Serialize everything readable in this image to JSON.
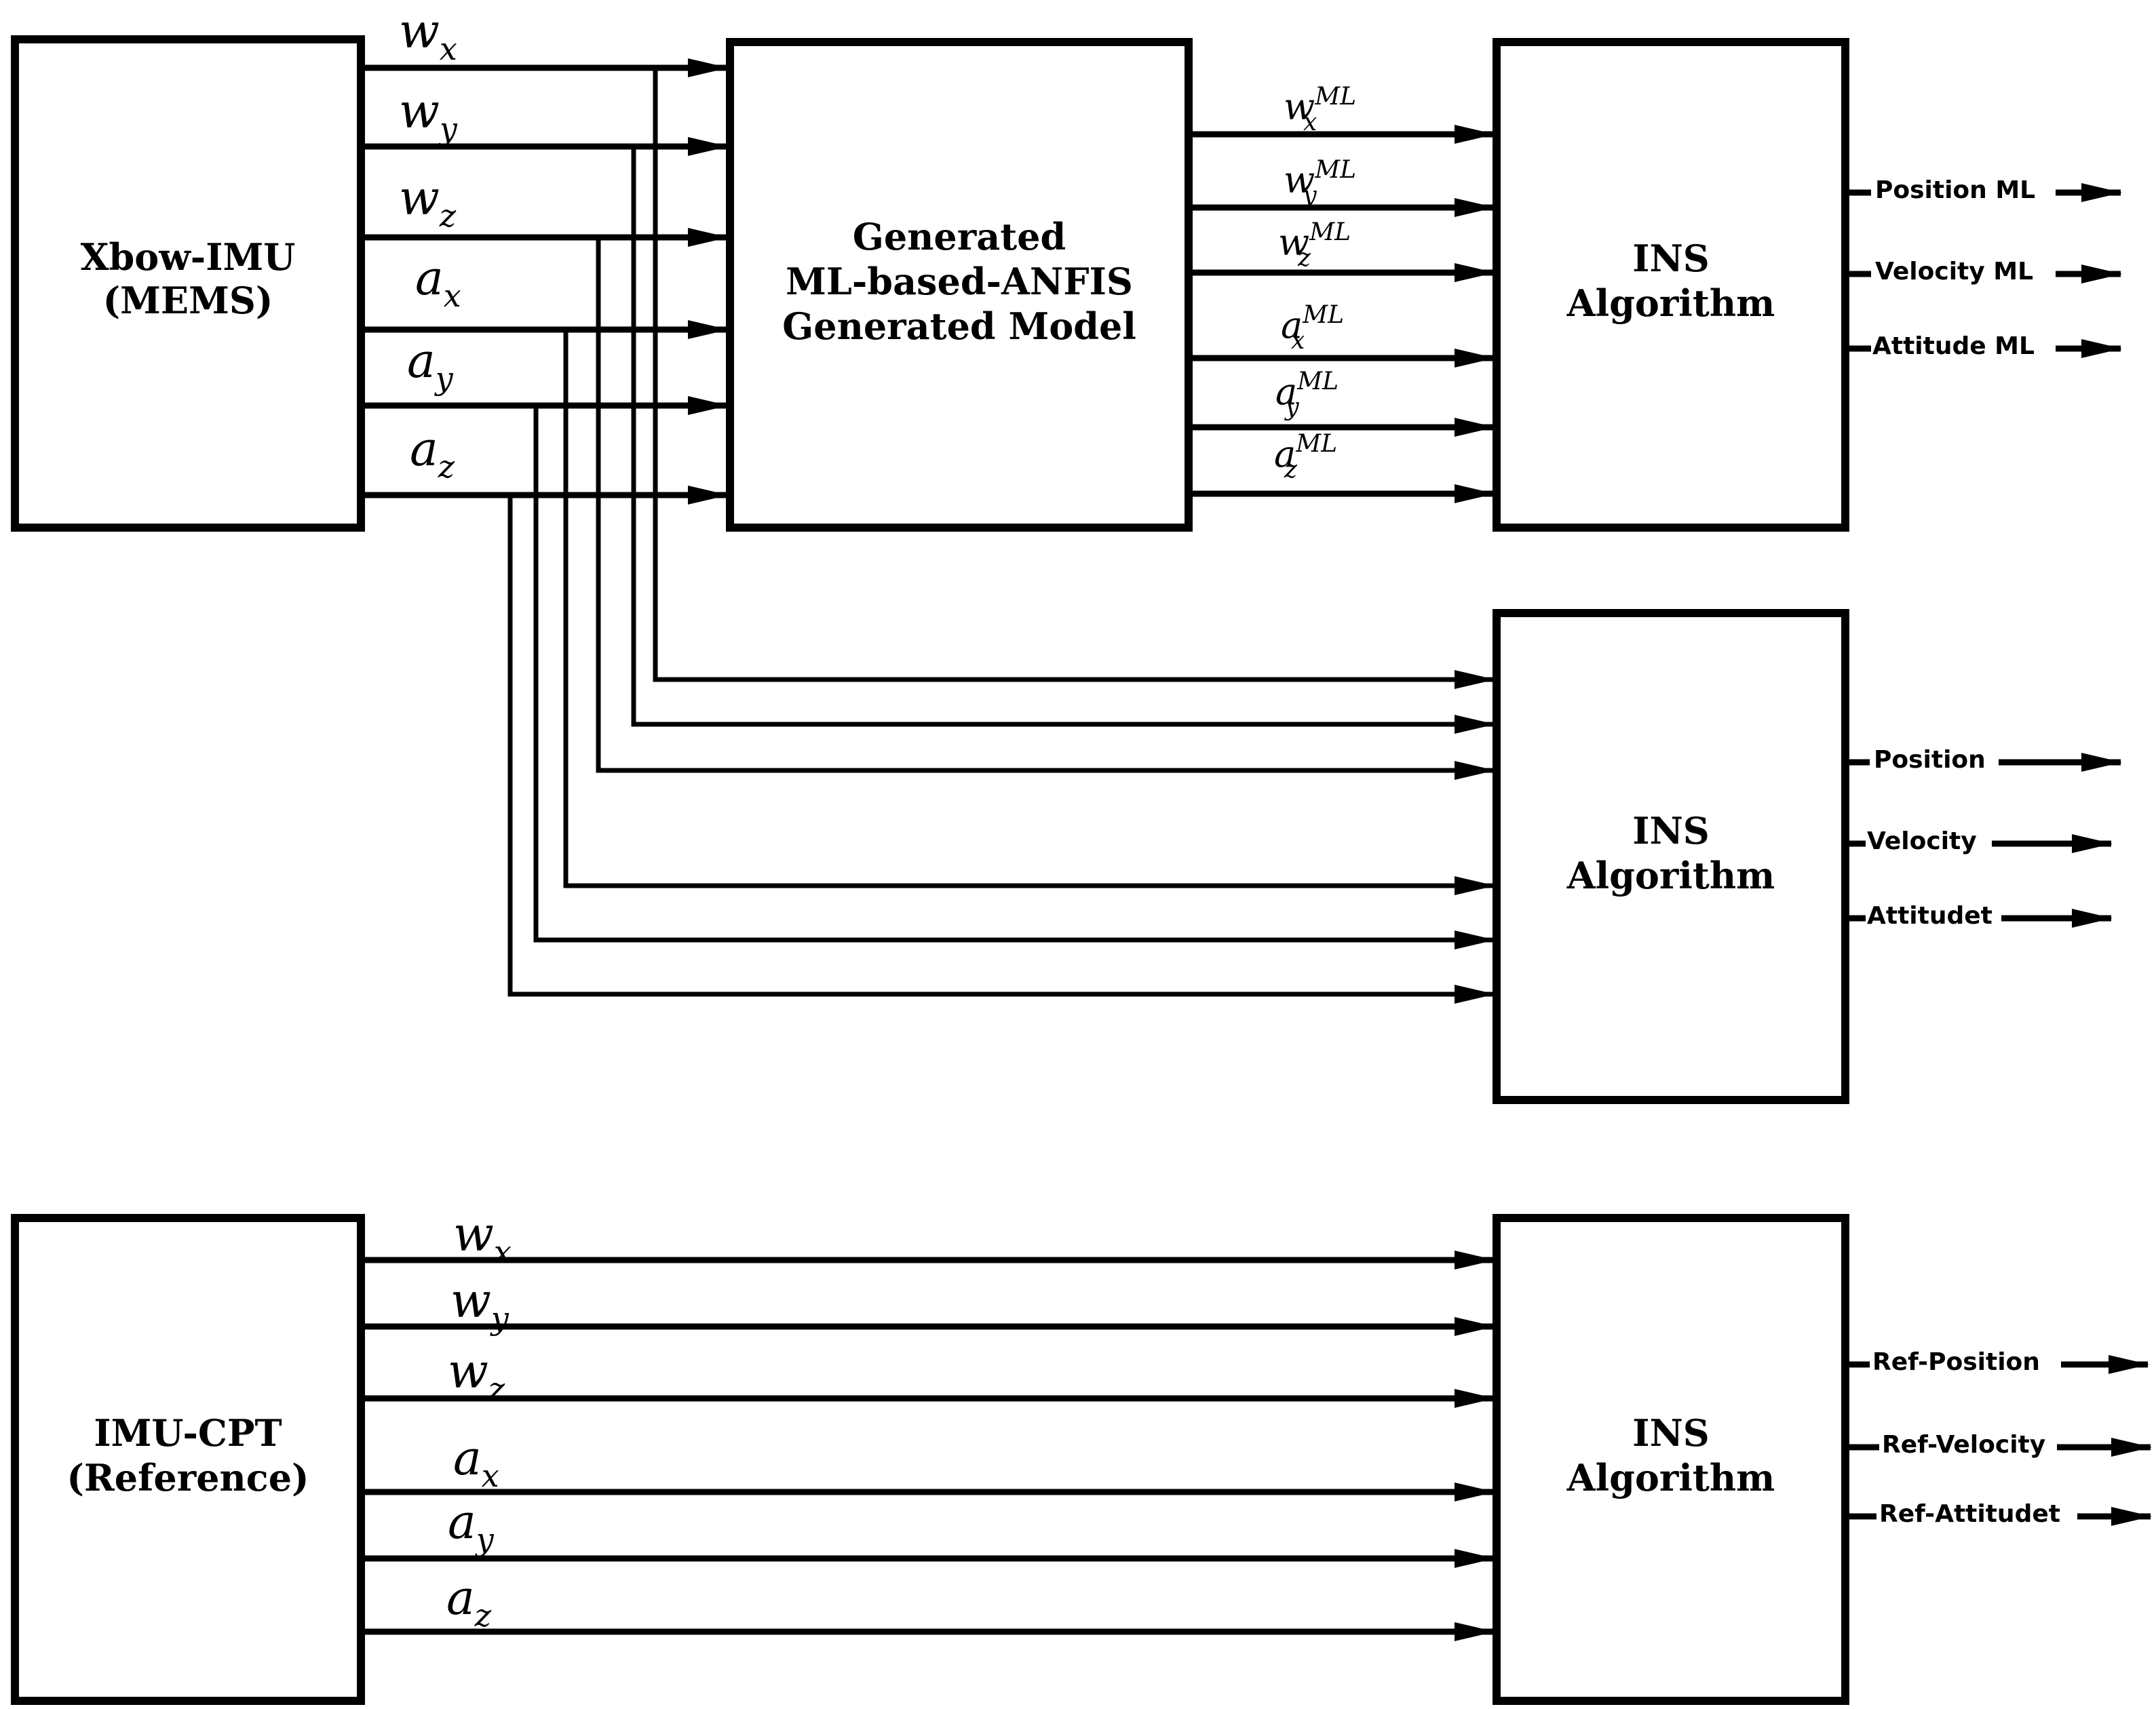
{
  "blocks": {
    "xbow": {
      "line1": "Xbow-IMU",
      "line2": "(MEMS)"
    },
    "anfis": {
      "line1": "Generated",
      "line2": "ML-based-ANFIS",
      "line3": "Generated Model"
    },
    "ins_ml": {
      "line1": "INS",
      "line2": "Algorithm"
    },
    "ins_raw": {
      "line1": "INS",
      "line2": "Algorithm"
    },
    "cpt": {
      "line1": "IMU-CPT",
      "line2": "(Reference)"
    },
    "ins_ref": {
      "line1": "INS",
      "line2": "Algorithm"
    }
  },
  "signals": {
    "xbow": [
      {
        "base": "w",
        "sub": "x"
      },
      {
        "base": "w",
        "sub": "y"
      },
      {
        "base": "w",
        "sub": "z"
      },
      {
        "base": "a",
        "sub": "x"
      },
      {
        "base": "a",
        "sub": "y"
      },
      {
        "base": "a",
        "sub": "z"
      }
    ],
    "ml": [
      {
        "base": "w",
        "sub": "x",
        "sup": "ML"
      },
      {
        "base": "w",
        "sub": "y",
        "sup": "ML"
      },
      {
        "base": "w",
        "sub": "z",
        "sup": "ML"
      },
      {
        "base": "a",
        "sub": "x",
        "sup": "ML"
      },
      {
        "base": "a",
        "sub": "y",
        "sup": "ML"
      },
      {
        "base": "a",
        "sub": "z",
        "sup": "ML"
      }
    ],
    "cpt": [
      {
        "base": "w",
        "sub": "x"
      },
      {
        "base": "w",
        "sub": "y"
      },
      {
        "base": "w",
        "sub": "z"
      },
      {
        "base": "a",
        "sub": "x"
      },
      {
        "base": "a",
        "sub": "y"
      },
      {
        "base": "a",
        "sub": "z"
      }
    ]
  },
  "outputs": {
    "ins_ml": [
      "Position ML",
      "Velocity ML",
      "Attitude ML"
    ],
    "ins_raw": [
      "Position",
      "Velocity",
      "Attitudet"
    ],
    "ins_ref": [
      "Ref-Position",
      "Ref-Velocity",
      "Ref-Attitudet"
    ]
  }
}
